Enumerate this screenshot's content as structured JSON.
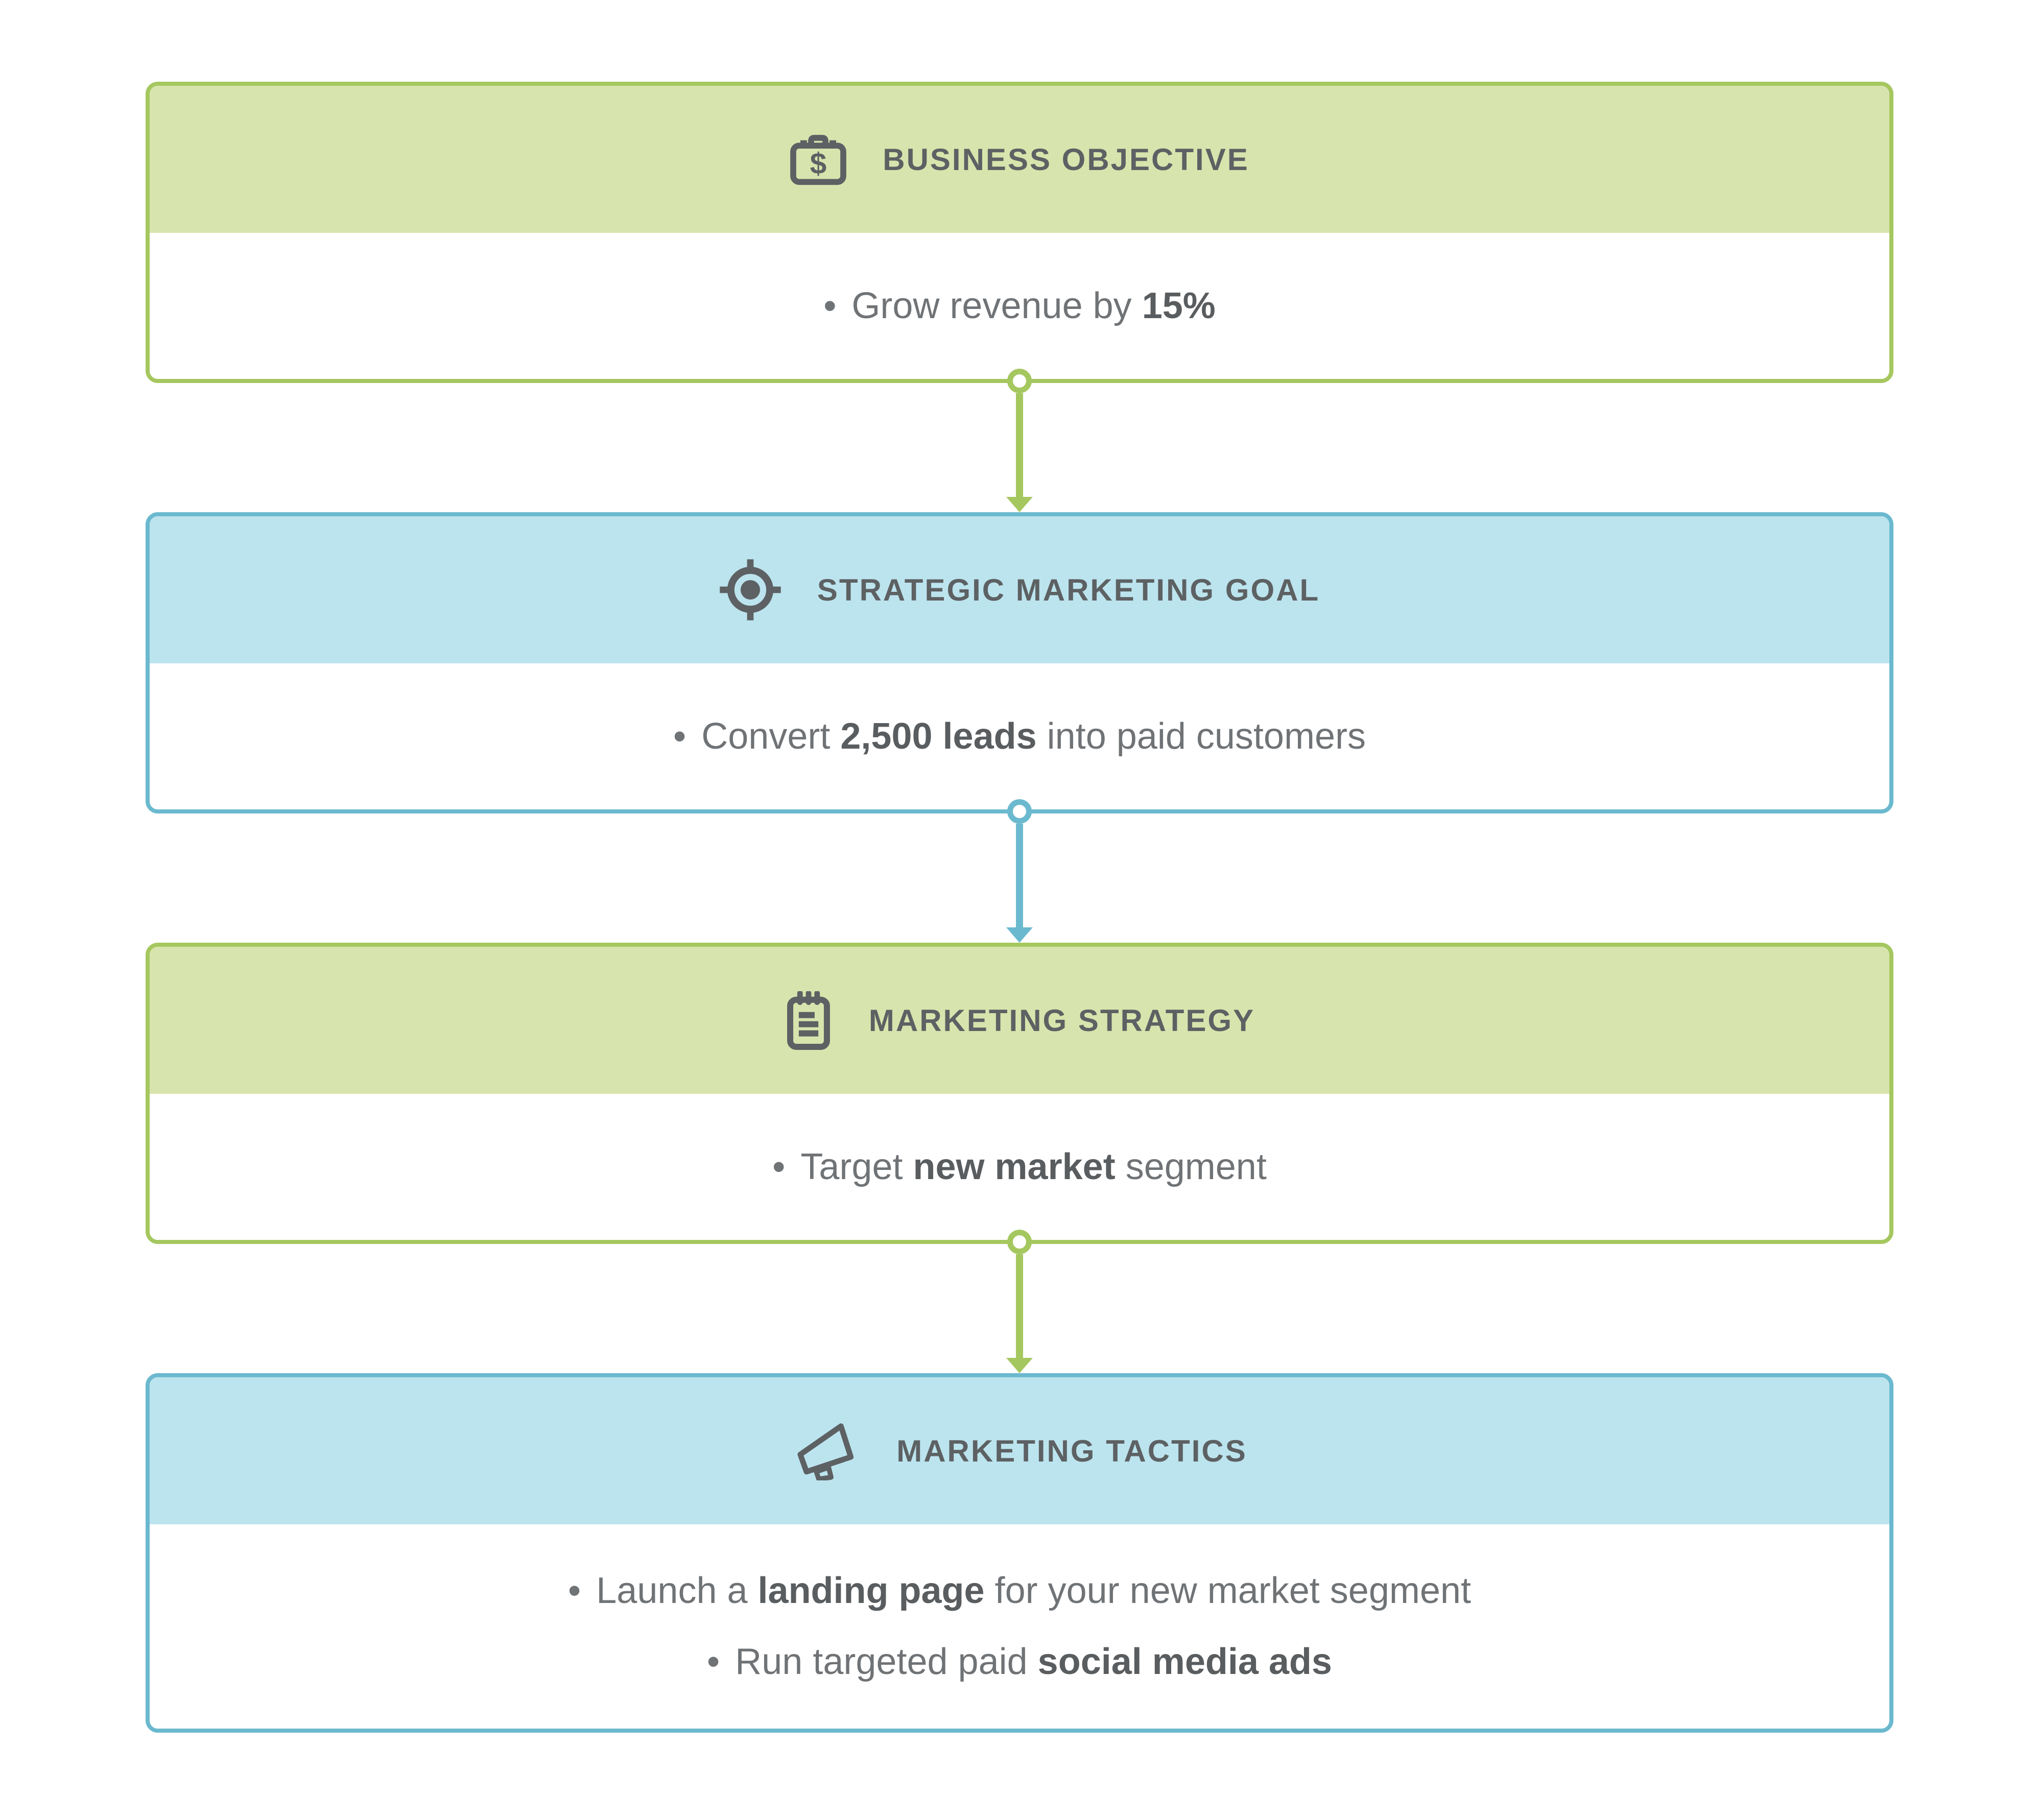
{
  "colors": {
    "page-bg": "#ffffff",
    "green-border": "#a5c75f",
    "green-fill": "#d8e4ad",
    "blue-border": "#6bb9cf",
    "blue-fill": "#bce4ee",
    "title-text": "#5d6163",
    "body-text": "#707376",
    "body-text-bold": "#5a5d5f",
    "icon-color": "#5d6163"
  },
  "bullet_marker": "•",
  "boxes": [
    {
      "title": "BUSINESS OBJECTIVE",
      "icon": "money-briefcase-icon",
      "theme": "green",
      "bullets": [
        [
          {
            "text": "Grow revenue by ",
            "bold": false
          },
          {
            "text": "15%",
            "bold": true
          }
        ]
      ]
    },
    {
      "title": "STRATEGIC MARKETING GOAL",
      "icon": "target-icon",
      "theme": "blue",
      "bullets": [
        [
          {
            "text": "Convert ",
            "bold": false
          },
          {
            "text": "2,500 leads",
            "bold": true
          },
          {
            "text": " into paid customers",
            "bold": false
          }
        ]
      ]
    },
    {
      "title": "MARKETING STRATEGY",
      "icon": "notepad-icon",
      "theme": "green",
      "bullets": [
        [
          {
            "text": "Target ",
            "bold": false
          },
          {
            "text": "new market",
            "bold": true
          },
          {
            "text": " segment",
            "bold": false
          }
        ]
      ]
    },
    {
      "title": "MARKETING TACTICS",
      "icon": "megaphone-icon",
      "theme": "blue",
      "bullets": [
        [
          {
            "text": "Launch a ",
            "bold": false
          },
          {
            "text": "landing page",
            "bold": true
          },
          {
            "text": " for your new market segment",
            "bold": false
          }
        ],
        [
          {
            "text": "Run targeted paid ",
            "bold": false
          },
          {
            "text": "social media ads",
            "bold": true
          }
        ]
      ]
    }
  ],
  "connectors": [
    {
      "theme": "green"
    },
    {
      "theme": "blue"
    },
    {
      "theme": "green"
    }
  ]
}
